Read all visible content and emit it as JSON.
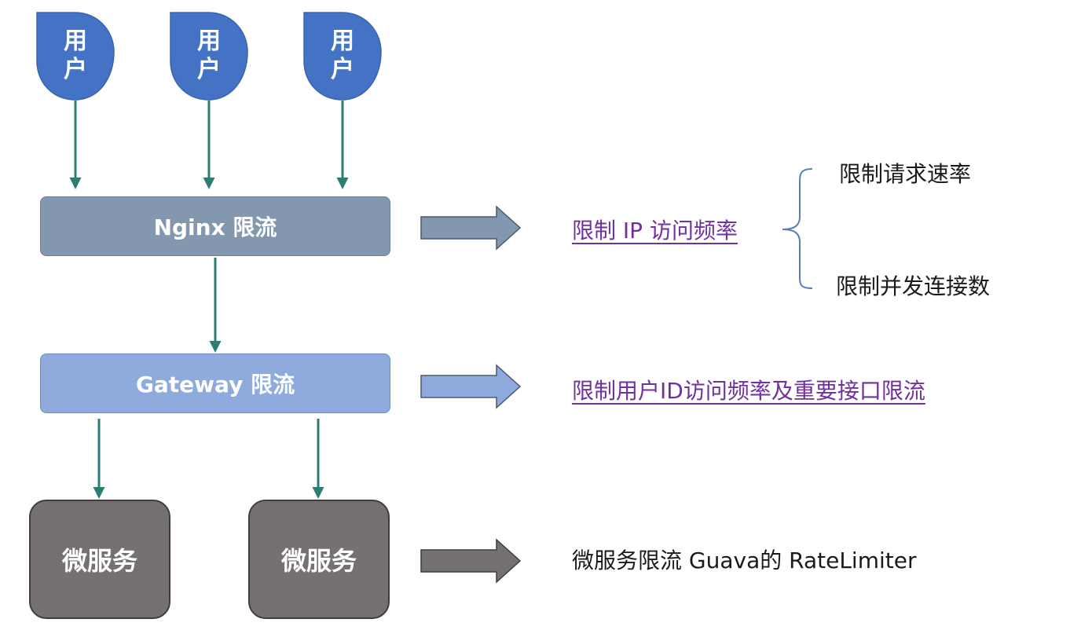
{
  "users": [
    {
      "line1": "用",
      "line2": "户"
    },
    {
      "line1": "用",
      "line2": "户"
    },
    {
      "line1": "用",
      "line2": "户"
    }
  ],
  "layers": {
    "nginx": "Nginx 限流",
    "gateway": "Gateway 限流",
    "services": [
      "微服务",
      "微服务"
    ]
  },
  "annotations": {
    "nginx_desc": "限制 IP 访问频率",
    "nginx_sub1": "限制请求速率",
    "nginx_sub2": "限制并发连接数",
    "gateway_desc": "限制用户ID访问频率及重要接口限流",
    "service_desc": "微服务限流  Guava的 RateLimiter"
  },
  "colors": {
    "user_fill": "#4472c4",
    "nginx_fill": "#8397ae",
    "gateway_fill": "#8faadc",
    "service_fill": "#767171",
    "connector": "#2e7d74",
    "link_text": "#7030a0"
  }
}
